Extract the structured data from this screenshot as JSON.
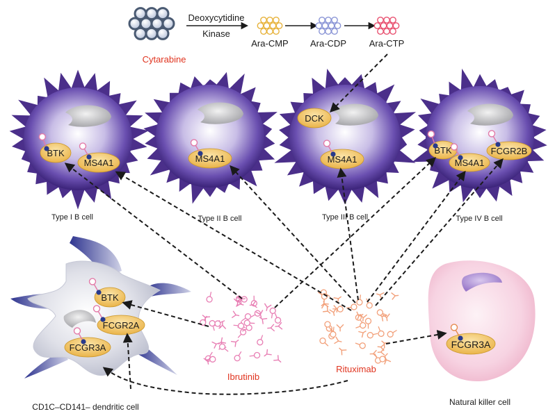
{
  "pathway": {
    "drug": "Cytarabine",
    "enzyme_line1": "Deoxycytidine",
    "enzyme_line2": "Kinase",
    "cmp": "Ara-CMP",
    "cdp": "Ara-CDP",
    "ctp": "Ara-CTP"
  },
  "cells": {
    "type1": {
      "label": "Type I B cell",
      "btk": "BTK",
      "ms4a1": "MS4A1"
    },
    "type2": {
      "label": "Type II B cell",
      "ms4a1": "MS4A1"
    },
    "type3": {
      "label": "Type III B cell",
      "dck": "DCK",
      "ms4a1": "MS4A1"
    },
    "type4": {
      "label": "Type IV B cell",
      "btk": "BTK",
      "ms4a1": "MS4A1",
      "fcgr2b": "FCGR2B"
    },
    "dendritic": {
      "label": "CD1C–CD141– dendritic cell",
      "btk": "BTK",
      "fcgr2a": "FCGR2A",
      "fcgr3a": "FCGR3A"
    },
    "nk": {
      "label": "Natural killer cell",
      "fcgr3a": "FCGR3A"
    }
  },
  "drugs": {
    "ibrutinib": "Ibrutinib",
    "rituximab": "Rituximab"
  },
  "colors": {
    "drug_label": "#e0341f",
    "b_cell": "#4b2f8a",
    "protein": "#f2c25a",
    "ibrutinib": "#e87fb4",
    "rituximab": "#f2a07a",
    "nk_cell": "#f7c9dc"
  }
}
